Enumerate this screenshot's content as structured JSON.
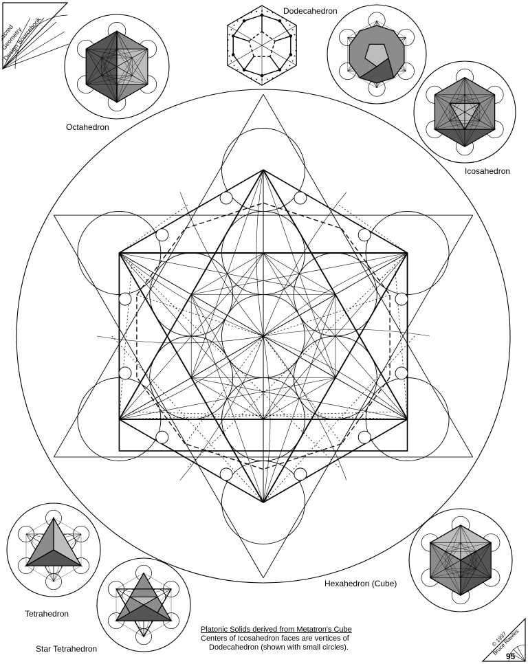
{
  "book_tag": {
    "line1": "Sacred",
    "line2": "Geometry",
    "line3": "Design Sourcebook"
  },
  "solids": {
    "dodecahedron": "Dodecahedron",
    "octahedron": "Octahedron",
    "icosahedron": "Icosahedron",
    "hexahedron": "Hexahedron (Cube)",
    "tetrahedron": "Tetrahedron",
    "star_tetrahedron": "Star Tetrahedron"
  },
  "caption": {
    "title": "Platonic Solids derived from Metatron's Cube",
    "line2": "Centers of Icosahedron faces are vertices of",
    "line3": "Dodecahedron  (shown with small circles)."
  },
  "credit": {
    "copyright": "© 1997",
    "author": "Bruce Rawles",
    "page_number": "95"
  },
  "colors": {
    "ink": "#000000",
    "paper": "#ffffff",
    "shade_dark": "#555555",
    "shade_mid": "#8c8c8c",
    "shade_light": "#bdbdbd"
  }
}
